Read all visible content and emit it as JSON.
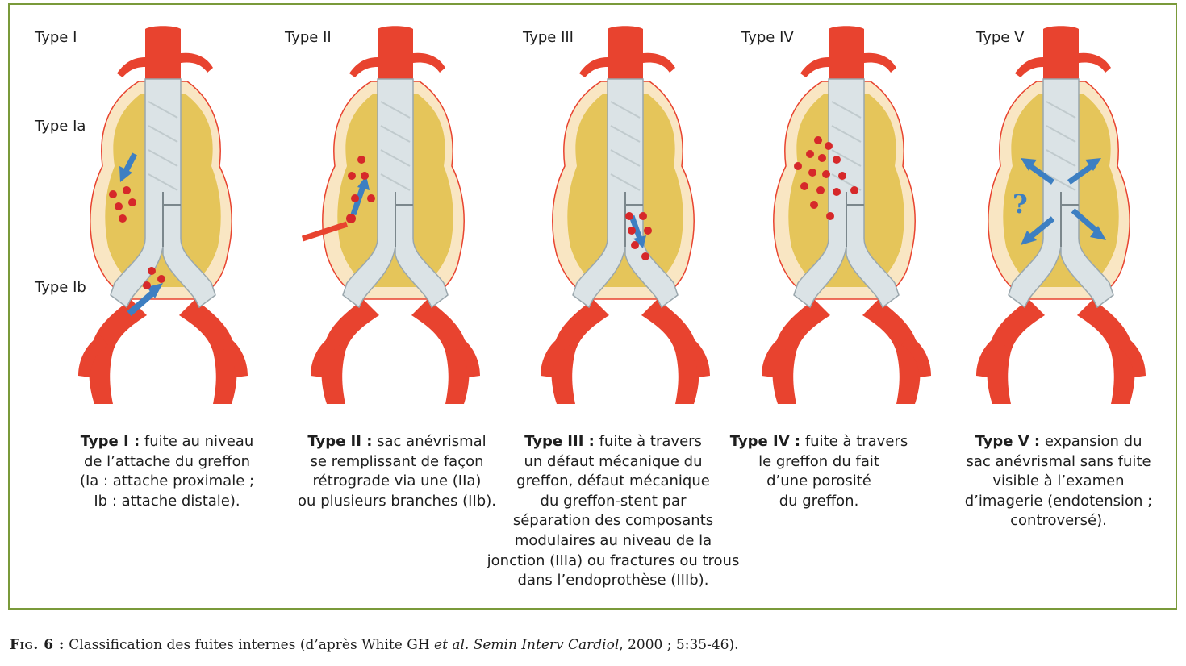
{
  "colors": {
    "frame": "#7a9a3a",
    "artery": "#e8432f",
    "sac_outer": "#f9e6c3",
    "sac_inner": "#e5c55a",
    "graft": "#dbe3e6",
    "leak_arrow": "#3d7fc2",
    "leak_drop": "#d6282a"
  },
  "panels": [
    {
      "title": "Type I",
      "sublabels": [
        "Type Ia",
        "Type Ib"
      ],
      "desc_title": "Type I :",
      "desc_lines": [
        " fuite au niveau",
        "de l’attache du greffon",
        "(Ia : attache proximale ;",
        "Ib : attache distale)."
      ]
    },
    {
      "title": "Type II",
      "desc_title": "Type II :",
      "desc_lines": [
        " sac anévrismal",
        "se remplissant  de façon",
        "rétrograde via une (IIa)",
        "ou plusieurs branches (IIb)."
      ]
    },
    {
      "title": "Type III",
      "desc_title": "Type III :",
      "desc_lines": [
        " fuite à travers",
        "un défaut mécanique du",
        "greffon, défaut mécanique",
        "du greffon-stent par",
        "séparation des composants",
        "modulaires au niveau de la",
        "jonction (IIIa) ou fractures ou trous",
        "dans l’endoprothèse (IIIb)."
      ]
    },
    {
      "title": "Type IV",
      "desc_title": "Type IV :",
      "desc_lines": [
        " fuite à travers",
        "le greffon du fait",
        "d’une porosité",
        "du greffon."
      ]
    },
    {
      "title": "Type V",
      "desc_title": "Type V :",
      "desc_lines": [
        " expansion du",
        "sac anévrismal sans fuite",
        "visible à l’examen",
        "d’imagerie (endotension ;",
        "controversé)."
      ]
    }
  ],
  "caption": {
    "label": "Fig. 6 :",
    "text": " Classification des fuites internes (d’après White GH ",
    "italic1": "et al. Semin Interv Cardiol",
    "text2": ", 2000 ; 5:35-46)."
  }
}
